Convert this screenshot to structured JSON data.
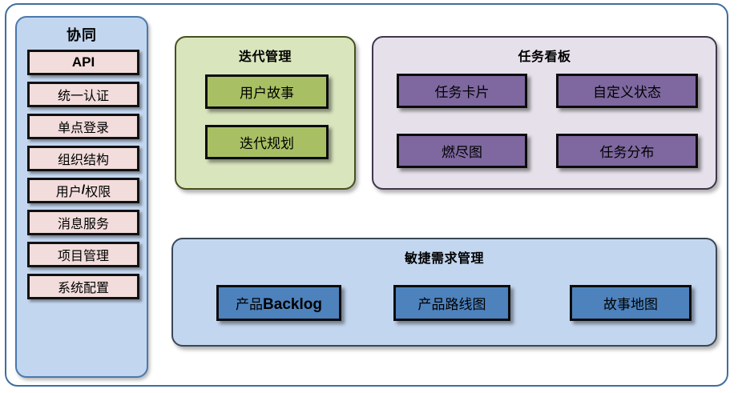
{
  "sidebar": {
    "title": "协同",
    "items": [
      {
        "label": "API",
        "style": "api"
      },
      {
        "label": "统一认证",
        "style": "serif"
      },
      {
        "label": "单点登录",
        "style": "serif"
      },
      {
        "label": "组织结构",
        "style": "serif"
      },
      {
        "label": "用户/权限",
        "style": "serif"
      },
      {
        "label": "消息服务",
        "style": "serif"
      },
      {
        "label": "项目管理",
        "style": "serif"
      },
      {
        "label": "系统配置",
        "style": "serif"
      }
    ]
  },
  "iteration_panel": {
    "title": "迭代管理",
    "items": [
      {
        "label": "用户故事"
      },
      {
        "label": "迭代规划"
      }
    ]
  },
  "taskboard_panel": {
    "title": "任务看板",
    "items": [
      {
        "label": "任务卡片"
      },
      {
        "label": "自定义状态"
      },
      {
        "label": "燃尽图"
      },
      {
        "label": "任务分布"
      }
    ]
  },
  "agile_panel": {
    "title": "敏捷需求管理",
    "items": [
      {
        "label": "产品Backlog"
      },
      {
        "label": "产品路线图"
      },
      {
        "label": "故事地图"
      }
    ]
  },
  "colors": {
    "outer_border": "#3f6e9e",
    "sidebar_bg": "#c3d6ef",
    "sidebar_border": "#4a79ad",
    "sidebar_item_bg": "#f2dcdc",
    "iteration_bg": "#d9e5bd",
    "iteration_border": "#46501f",
    "iteration_item_bg": "#a8c063",
    "taskboard_bg": "#e5e0ea",
    "taskboard_border": "#40364c",
    "taskboard_item_bg": "#7e689f",
    "agile_bg": "#c3d6ef",
    "agile_border": "#3b4756",
    "agile_item_bg": "#4d82bd",
    "item_border": "#0c0c0c",
    "text": "#000000"
  }
}
